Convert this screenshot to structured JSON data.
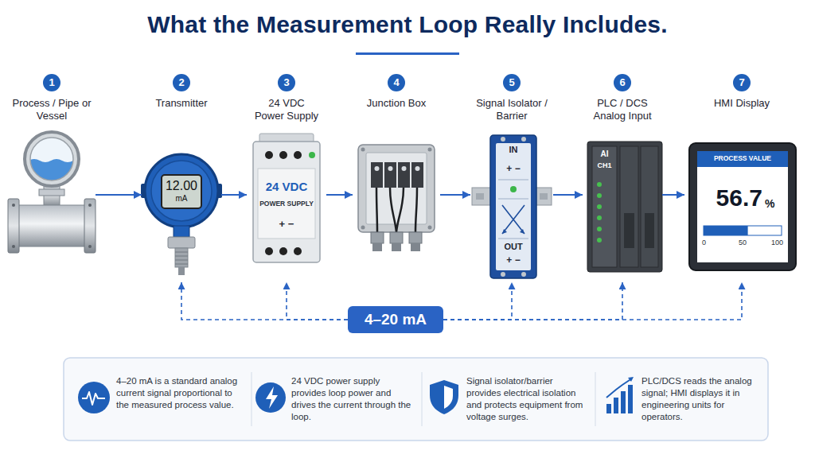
{
  "diagram": {
    "title": "What the Measurement Loop Really Includes.",
    "nodes": [
      {
        "text": [
          "1",
          "Process / Pipe or Vessel"
        ]
      },
      {
        "text": [
          "2",
          "Transmitter"
        ]
      },
      {
        "text": [
          "3",
          "24 VDC Power Supply"
        ]
      },
      {
        "text": [
          "4",
          "Junction Box"
        ]
      },
      {
        "text": [
          "5",
          "Signal Isolator / Barrier"
        ]
      },
      {
        "text": [
          "6",
          "PLC / DCS Analog Input"
        ]
      },
      {
        "text": [
          "7",
          "HMI Display"
        ]
      },
      {
        "text": [
          "4–20 mA"
        ]
      }
    ],
    "edges": [
      {
        "from": 0,
        "to": 1,
        "arrow": "to"
      },
      {
        "from": 1,
        "to": 2,
        "arrow": "to"
      },
      {
        "from": 2,
        "to": 3,
        "arrow": "to"
      },
      {
        "from": 3,
        "to": 4,
        "arrow": "to"
      },
      {
        "from": 4,
        "to": 5,
        "arrow": "to"
      },
      {
        "from": 5,
        "to": 6,
        "arrow": "to"
      },
      {
        "from": 7,
        "to": 1,
        "arrow": "to"
      },
      {
        "from": 7,
        "to": 2,
        "arrow": "to"
      },
      {
        "from": 7,
        "to": 4,
        "arrow": "to"
      },
      {
        "from": 7,
        "to": 5,
        "arrow": "to"
      },
      {
        "from": 7,
        "to": 6,
        "arrow": "to"
      }
    ],
    "labels": [
      "12.00",
      "mA",
      "24 VDC",
      "POWER SUPPLY",
      "+ −",
      "IN",
      "+ −",
      "OUT",
      "+ −",
      "AI",
      "CH1",
      "PROCESS VALUE",
      "56.7",
      "%",
      "0",
      "50",
      "100",
      "4–20 mA is a standard analog current signal proportional to the measured process value.",
      "24 VDC power supply provides loop power and drives the current through the loop.",
      "Signal isolator/barrier provides electrical isolation and protects equipment from voltage surges.",
      "PLC/DCS reads the analog signal; HMI displays it in engineering units for operators."
    ]
  }
}
